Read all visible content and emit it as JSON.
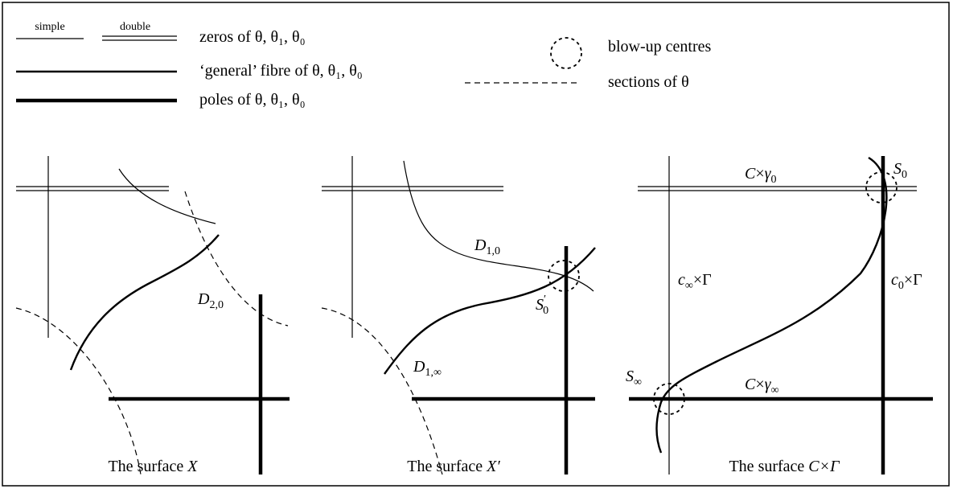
{
  "legend": {
    "simple": "simple",
    "double": "double",
    "zeros": "zeros of θ, θ₁, θ₀",
    "general_fibre": "‘general’ fibre of θ, θ₁, θ₀",
    "poles": "poles of θ, θ₁, θ₀",
    "blowup_centres": "blow-up centres",
    "sections": "sections of θ"
  },
  "panel_x": {
    "caption_prefix": "The surface ",
    "caption_symbol": "X",
    "labels": {
      "d20": "D2,0"
    }
  },
  "panel_xprime": {
    "caption_prefix": "The surface ",
    "caption_symbol": "X′",
    "labels": {
      "d10": "D1,0",
      "d1inf": "D1,∞",
      "s0prime": "S′0"
    }
  },
  "panel_cgamma": {
    "caption_prefix": "The surface ",
    "caption_symbol": "C×Γ",
    "labels": {
      "c_gamma0": "C×γ0",
      "s0": "S0",
      "cinf_gamma": "c∞×Γ",
      "c0_gamma": "c0×Γ",
      "sinf": "S∞",
      "c_gammainf": "C×γ∞"
    }
  }
}
